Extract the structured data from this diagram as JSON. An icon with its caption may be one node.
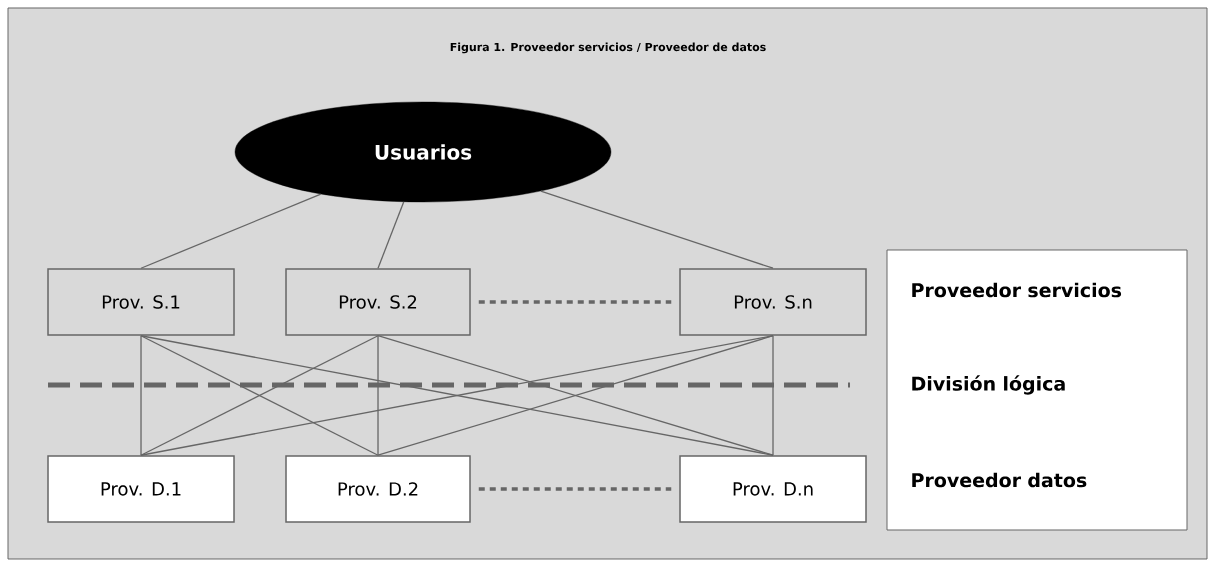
{
  "diagram": {
    "title": "Figura 1. Proveedor servicios / Proveedor de datos",
    "nodes": [
      {
        "text": [
          "Usuarios"
        ]
      },
      {
        "text": [
          "Prov. S.1"
        ]
      },
      {
        "text": [
          "Prov. S.2"
        ]
      },
      {
        "text": [
          "Prov. S.n"
        ]
      },
      {
        "text": [
          "Prov. D.1"
        ]
      },
      {
        "text": [
          "Prov. D.2"
        ]
      },
      {
        "text": [
          "Prov. D.n"
        ]
      },
      {
        "text": [
          "Proveedor servicios",
          "División lógica",
          "Proveedor datos"
        ]
      }
    ],
    "edges": [
      {
        "from": 0,
        "to": 1,
        "arrow": "none"
      },
      {
        "from": 0,
        "to": 2,
        "arrow": "none"
      },
      {
        "from": 0,
        "to": 3,
        "arrow": "none"
      },
      {
        "from": 2,
        "to": 3,
        "arrow": "none",
        "style": "dashed"
      },
      {
        "from": 1,
        "to": 4,
        "arrow": "none"
      },
      {
        "from": 1,
        "to": 5,
        "arrow": "none"
      },
      {
        "from": 1,
        "to": 6,
        "arrow": "none"
      },
      {
        "from": 2,
        "to": 4,
        "arrow": "none"
      },
      {
        "from": 2,
        "to": 5,
        "arrow": "none"
      },
      {
        "from": 2,
        "to": 6,
        "arrow": "none"
      },
      {
        "from": 3,
        "to": 4,
        "arrow": "none"
      },
      {
        "from": 3,
        "to": 5,
        "arrow": "none"
      },
      {
        "from": 3,
        "to": 6,
        "arrow": "none"
      },
      {
        "from": 5,
        "to": 6,
        "arrow": "none",
        "style": "dashed"
      }
    ]
  }
}
